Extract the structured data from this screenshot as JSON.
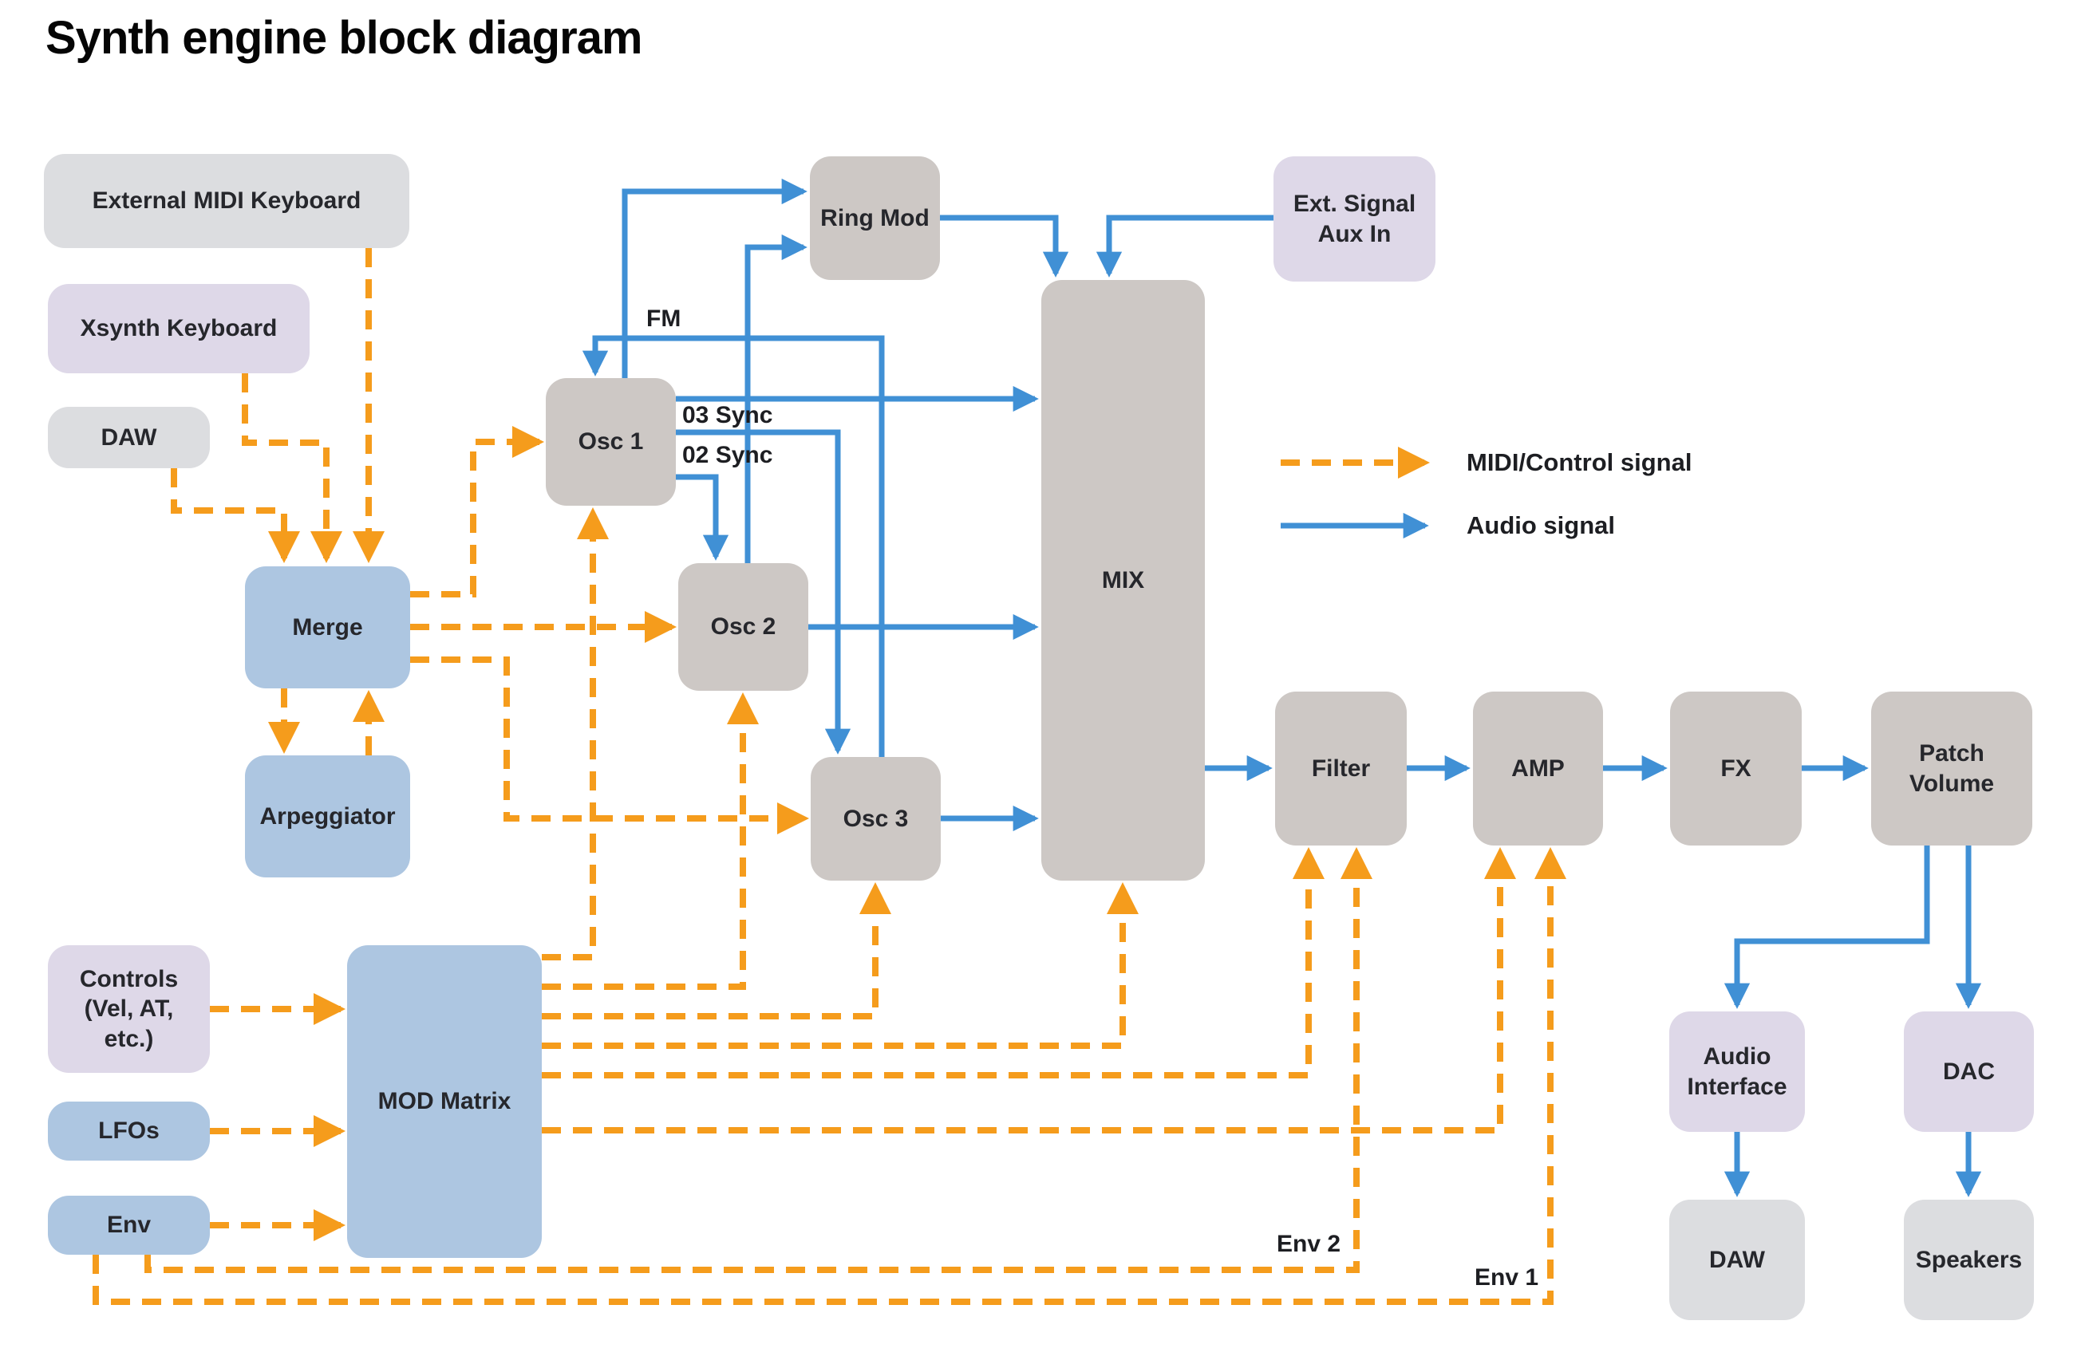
{
  "title": "Synth engine block diagram",
  "colors": {
    "background": "#ffffff",
    "box_gray": "#dcdde0",
    "box_lavender": "#ded8e8",
    "box_blue": "#adc6e1",
    "box_taupe": "#cdc8c5",
    "midi_signal_orange": "#f59c1c",
    "audio_signal_blue": "#4090d5",
    "text": "#26272c"
  },
  "nodes": {
    "ext_midi_keyboard": {
      "label": "External MIDI Keyboard",
      "kind": "gray"
    },
    "xsynth_keyboard": {
      "label": "Xsynth Keyboard",
      "kind": "lavender"
    },
    "daw_in": {
      "label": "DAW",
      "kind": "gray"
    },
    "merge": {
      "label": "Merge",
      "kind": "blue"
    },
    "arpeggiator": {
      "label": "Arpeggiator",
      "kind": "blue"
    },
    "osc1": {
      "label": "Osc 1",
      "kind": "taupe"
    },
    "osc2": {
      "label": "Osc 2",
      "kind": "taupe"
    },
    "osc3": {
      "label": "Osc 3",
      "kind": "taupe"
    },
    "ring_mod": {
      "label": "Ring Mod",
      "kind": "taupe"
    },
    "mix": {
      "label": "MIX",
      "kind": "taupe"
    },
    "ext_aux": {
      "label": "Ext. Signal\nAux In",
      "kind": "lavender"
    },
    "filter": {
      "label": "Filter",
      "kind": "taupe"
    },
    "amp": {
      "label": "AMP",
      "kind": "taupe"
    },
    "fx": {
      "label": "FX",
      "kind": "taupe"
    },
    "patch_volume": {
      "label": "Patch\nVolume",
      "kind": "taupe"
    },
    "audio_interface": {
      "label": "Audio\nInterface",
      "kind": "lavender"
    },
    "dac": {
      "label": "DAC",
      "kind": "lavender"
    },
    "daw_out": {
      "label": "DAW",
      "kind": "gray"
    },
    "speakers": {
      "label": "Speakers",
      "kind": "gray"
    },
    "controls": {
      "label": "Controls\n(Vel, AT,\netc.)",
      "kind": "lavender"
    },
    "lfos": {
      "label": "LFOs",
      "kind": "blue"
    },
    "env": {
      "label": "Env",
      "kind": "blue"
    },
    "mod_matrix": {
      "label": "MOD Matrix",
      "kind": "blue"
    }
  },
  "wire_labels": {
    "fm": "FM",
    "sync3": "03 Sync",
    "sync2": "02 Sync",
    "env2": "Env 2",
    "env1": "Env 1"
  },
  "legend": {
    "midi": "MIDI/Control signal",
    "audio": "Audio signal"
  },
  "connections": [
    {
      "from": "ext_midi_keyboard",
      "to": "merge",
      "signal": "midi"
    },
    {
      "from": "xsynth_keyboard",
      "to": "merge",
      "signal": "midi"
    },
    {
      "from": "daw_in",
      "to": "merge",
      "signal": "midi"
    },
    {
      "from": "merge",
      "to": "arpeggiator",
      "signal": "midi"
    },
    {
      "from": "arpeggiator",
      "to": "merge",
      "signal": "midi"
    },
    {
      "from": "merge",
      "to": "osc1",
      "signal": "midi"
    },
    {
      "from": "merge",
      "to": "osc2",
      "signal": "midi"
    },
    {
      "from": "merge",
      "to": "osc3",
      "signal": "midi"
    },
    {
      "from": "controls",
      "to": "mod_matrix",
      "signal": "midi"
    },
    {
      "from": "lfos",
      "to": "mod_matrix",
      "signal": "midi"
    },
    {
      "from": "env",
      "to": "mod_matrix",
      "signal": "midi"
    },
    {
      "from": "mod_matrix",
      "to": "osc1",
      "signal": "midi"
    },
    {
      "from": "mod_matrix",
      "to": "osc2",
      "signal": "midi"
    },
    {
      "from": "mod_matrix",
      "to": "osc3",
      "signal": "midi"
    },
    {
      "from": "mod_matrix",
      "to": "mix",
      "signal": "midi"
    },
    {
      "from": "mod_matrix",
      "to": "filter",
      "signal": "midi"
    },
    {
      "from": "mod_matrix",
      "to": "amp",
      "signal": "midi"
    },
    {
      "from": "env",
      "to": "filter",
      "signal": "midi",
      "label": "Env 2"
    },
    {
      "from": "env",
      "to": "amp",
      "signal": "midi",
      "label": "Env 1"
    },
    {
      "from": "osc1",
      "to": "ring_mod",
      "signal": "audio"
    },
    {
      "from": "osc2",
      "to": "ring_mod",
      "signal": "audio"
    },
    {
      "from": "osc3",
      "to": "osc1",
      "signal": "audio",
      "label": "FM"
    },
    {
      "from": "osc1",
      "to": "osc3",
      "signal": "audio",
      "label": "03 Sync"
    },
    {
      "from": "osc1",
      "to": "osc2",
      "signal": "audio",
      "label": "02 Sync"
    },
    {
      "from": "osc1",
      "to": "mix",
      "signal": "audio"
    },
    {
      "from": "osc2",
      "to": "mix",
      "signal": "audio"
    },
    {
      "from": "osc3",
      "to": "mix",
      "signal": "audio"
    },
    {
      "from": "ring_mod",
      "to": "mix",
      "signal": "audio"
    },
    {
      "from": "ext_aux",
      "to": "mix",
      "signal": "audio"
    },
    {
      "from": "mix",
      "to": "filter",
      "signal": "audio"
    },
    {
      "from": "filter",
      "to": "amp",
      "signal": "audio"
    },
    {
      "from": "amp",
      "to": "fx",
      "signal": "audio"
    },
    {
      "from": "fx",
      "to": "patch_volume",
      "signal": "audio"
    },
    {
      "from": "patch_volume",
      "to": "audio_interface",
      "signal": "audio"
    },
    {
      "from": "patch_volume",
      "to": "dac",
      "signal": "audio"
    },
    {
      "from": "audio_interface",
      "to": "daw_out",
      "signal": "audio"
    },
    {
      "from": "dac",
      "to": "speakers",
      "signal": "audio"
    }
  ]
}
